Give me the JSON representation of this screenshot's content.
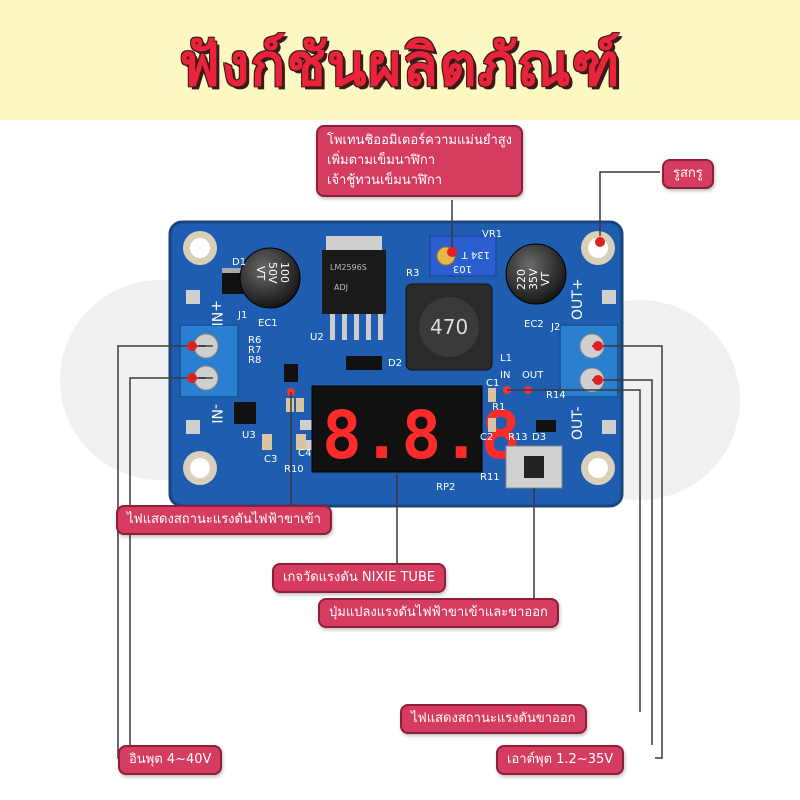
{
  "header": {
    "title": "ฟังก์ชันผลิตภัณฑ์",
    "background": "#fdf7c2",
    "title_color": "#e8233a"
  },
  "board": {
    "color": "#1f5db0",
    "pins_left": [
      "+NI",
      "-NI"
    ],
    "pins_right": [
      "OUT+",
      "OUT-"
    ],
    "display_digits": "8.8.8",
    "inductor_label": "470",
    "cap_left": [
      "100",
      "50V",
      "VT"
    ],
    "cap_right": [
      "220",
      "35V",
      "VT"
    ],
    "pot_text": [
      "103",
      "134 T"
    ],
    "chip_text": [
      "LM2596S",
      "ADJ"
    ],
    "silk": {
      "d1": "D1",
      "j1": "J1",
      "ec1": "EC1",
      "u2": "U2",
      "r3": "R3",
      "vr1": "VR1",
      "ec2": "EC2",
      "l1": "L1",
      "d2": "D2",
      "r6": "R6",
      "r7": "R7",
      "r8": "R8",
      "u3": "U3",
      "c3": "C3",
      "c4": "C4",
      "r10": "R10",
      "c1": "C1",
      "in": "IN",
      "out": "OUT",
      "r14": "R14",
      "r13": "R13",
      "d3": "D3",
      "c2": "C2",
      "r11": "R11",
      "rp2": "RP2",
      "j2": "J2",
      "r1": "R1"
    }
  },
  "labels": {
    "pot": [
      "โพเทนชิออมิเตอร์ความแม่นยำสูง",
      "เพิ่มตามเข็มนาฬิกา",
      "เจ้าชู้ทวนเข็มนาฬิกา"
    ],
    "hole": "รูสกรู",
    "input_led": "ไฟแสดงสถานะแรงดันไฟฟ้าขาเข้า",
    "gauge": "เกจวัดแรงดัน NIXIE TUBE",
    "button": "ปุ่มแปลงแรงดันไฟฟ้าขาเข้าและขาออก",
    "output_led": "ไฟแสดงสถานะแรงดันขาออก",
    "input": "อินพุต 4~40V",
    "output": "เอาต์พุต 1.2~35V"
  },
  "colors": {
    "label_bg": "#d63b60",
    "label_border": "#8e1f3b",
    "pointer": "#e02020",
    "lines": "#3a3a3a"
  }
}
